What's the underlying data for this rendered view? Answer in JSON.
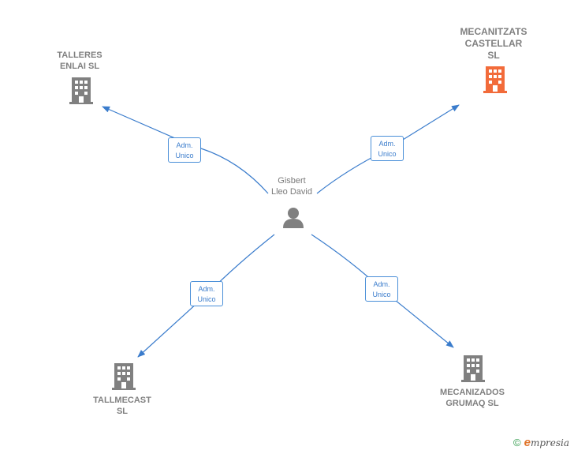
{
  "center": {
    "name": "Gisbert\nLleo David",
    "icon": "person-icon"
  },
  "nodes": [
    {
      "id": "talleres",
      "name": "TALLERES\nENLAI  SL",
      "icon": "building-icon",
      "color": "#808080",
      "relation": "Adm.\nUnico"
    },
    {
      "id": "mecanitzats",
      "name": "MECANITZATS\nCASTELLAR\nSL",
      "icon": "building-icon",
      "color": "#f26b3a",
      "relation": "Adm.\nUnico"
    },
    {
      "id": "tallmecast",
      "name": "TALLMECAST\nSL",
      "icon": "building-icon",
      "color": "#808080",
      "relation": "Adm.\nUnico"
    },
    {
      "id": "mecanizados",
      "name": "MECANIZADOS\nGRUMAQ  SL",
      "icon": "building-icon",
      "color": "#808080",
      "relation": "Adm.\nUnico"
    }
  ],
  "colors": {
    "edge": "#3a7ccc",
    "highlight": "#f26b3a",
    "building": "#808080",
    "person": "#808080"
  },
  "footer": {
    "copyright": "©",
    "brand_initial": "e",
    "brand_rest": "mpresia"
  }
}
